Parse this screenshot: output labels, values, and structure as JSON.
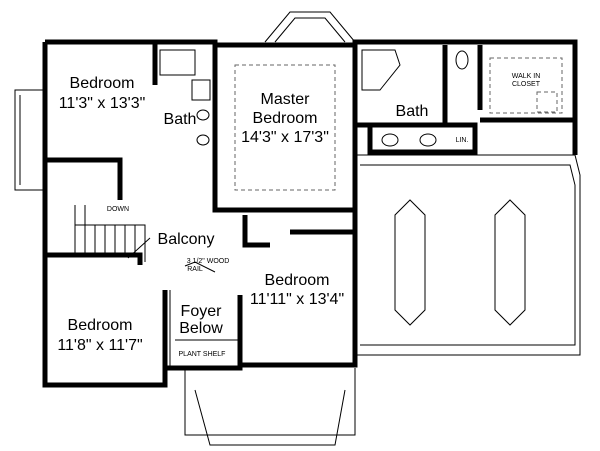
{
  "rooms": {
    "bedroom_nw": {
      "name": "Bedroom",
      "size": "11'3\" x 13'3\""
    },
    "bath_small": {
      "name": "Bath"
    },
    "master": {
      "name1": "Master",
      "name2": "Bedroom",
      "size": "14'3\" x 17'3\""
    },
    "master_bath": {
      "name": "Bath"
    },
    "closet": {
      "line1": "WALK IN",
      "line2": "CLOSET"
    },
    "linen": {
      "name": "LIN."
    },
    "stairs": {
      "label": "DOWN"
    },
    "balcony": {
      "name": "Balcony",
      "rail1": "3 1/2\" WOOD",
      "rail2": "RAIL"
    },
    "bedroom_e": {
      "name": "Bedroom",
      "size": "11'11\" x 13'4\""
    },
    "foyer": {
      "name1": "Foyer",
      "name2": "Below",
      "shelf": "PLANT SHELF"
    },
    "bedroom_sw": {
      "name": "Bedroom",
      "size": "11'8\" x 11'7\""
    }
  }
}
